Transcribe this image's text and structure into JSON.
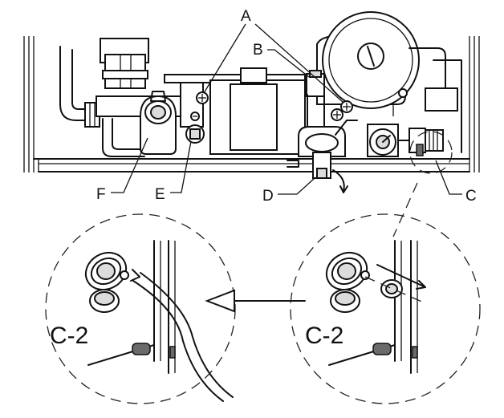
{
  "labels": {
    "a": "A",
    "b": "B",
    "c": "C",
    "d": "D",
    "e": "E",
    "f": "F",
    "detail_left": "C-2",
    "detail_right": "C-2"
  }
}
